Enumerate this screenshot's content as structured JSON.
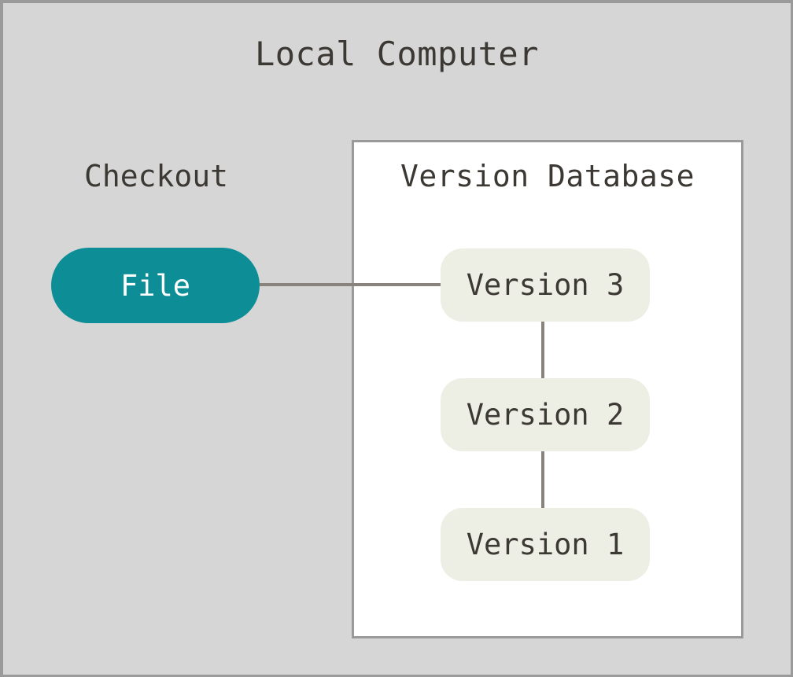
{
  "diagram": {
    "type": "flowchart",
    "cluster_title": "Local Computer",
    "labels": {
      "checkout": "Checkout",
      "version_database": "Version Database"
    },
    "nodes": [
      {
        "id": "file",
        "label": "File",
        "fill": "#0d8e96",
        "text_color": "#ffffff",
        "shape": "stadium"
      },
      {
        "id": "version3",
        "label": "Version 3",
        "fill": "#edeee4",
        "text_color": "#3c3833",
        "shape": "rounded-rect"
      },
      {
        "id": "version2",
        "label": "Version 2",
        "fill": "#edeee4",
        "text_color": "#3c3833",
        "shape": "rounded-rect"
      },
      {
        "id": "version1",
        "label": "Version 1",
        "fill": "#edeee4",
        "text_color": "#3c3833",
        "shape": "rounded-rect"
      }
    ],
    "edges": [
      {
        "from": "file",
        "to": "version3",
        "orientation": "horizontal"
      },
      {
        "from": "version3",
        "to": "version2",
        "orientation": "vertical"
      },
      {
        "from": "version2",
        "to": "version1",
        "orientation": "vertical"
      }
    ],
    "colors": {
      "canvas_background": "#d6d6d6",
      "canvas_border": "#9a9a9a",
      "panel_background": "#ffffff",
      "panel_border": "#9a9a9a",
      "edge_line": "#88837c",
      "title_text": "#3c3833",
      "accent": "#0d8e96",
      "node_fill": "#edeee4"
    }
  }
}
